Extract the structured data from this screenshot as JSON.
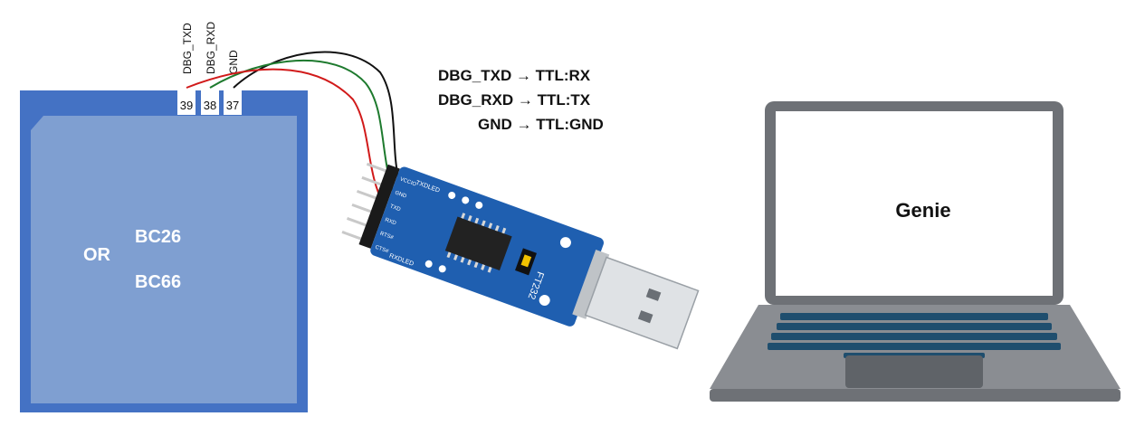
{
  "module": {
    "label_or": "OR",
    "label_bc26": "BC26",
    "label_bc66": "BC66",
    "pins": [
      {
        "number": "39",
        "name": "DBG_TXD"
      },
      {
        "number": "38",
        "name": "DBG_RXD"
      },
      {
        "number": "37",
        "name": "GND"
      }
    ],
    "colors": {
      "border": "#4472c4",
      "body": "#7f9fd1",
      "wire_black": "#111111",
      "wire_green": "#1e7a2e",
      "wire_red": "#d11a1a"
    }
  },
  "mapping": [
    {
      "text": "DBG_TXD → TTL:RX"
    },
    {
      "text": "DBG_RXD → TTL:TX"
    },
    {
      "text": "GND → TTL:GND"
    }
  ],
  "adapter": {
    "pin_labels": [
      "VCCIO",
      "GND",
      "TXD",
      "RXD",
      "RTS#",
      "CTS#"
    ],
    "top_label": "TXDLED",
    "bottom_label": "RXDLED",
    "chip_label": "FT232",
    "board_color": "#1f5fb0"
  },
  "laptop": {
    "screen_label": "Genie",
    "colors": {
      "frame": "#6e7176",
      "base": "#8a8d92",
      "keys": "#1f4e6e"
    }
  }
}
